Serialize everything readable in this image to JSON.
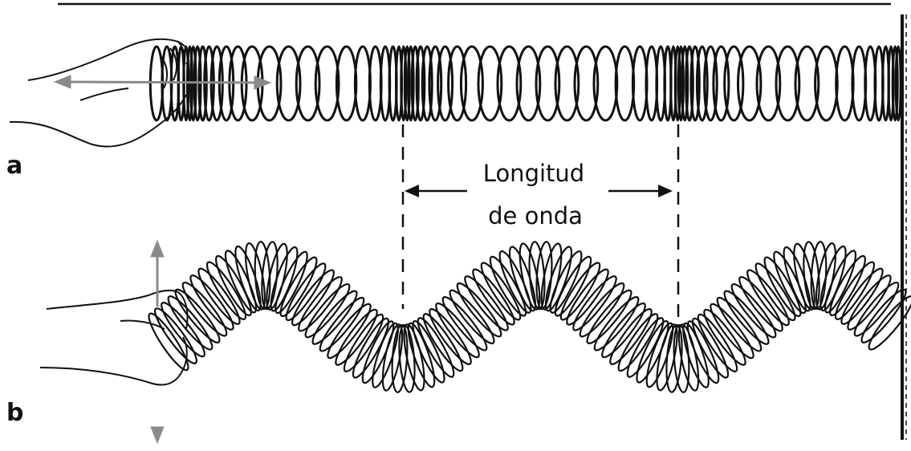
{
  "panels": {
    "a": {
      "letter": "a"
    },
    "b": {
      "letter": "b"
    }
  },
  "wavelength_label": {
    "line1": "Longitud",
    "line2": "de onda"
  },
  "colors": {
    "ink": "#111111",
    "arrow_gray": "#8a8a8a",
    "background": "#ffffff"
  },
  "icons": [
    "hand-icon",
    "double-arrow-icon",
    "wall-icon"
  ]
}
